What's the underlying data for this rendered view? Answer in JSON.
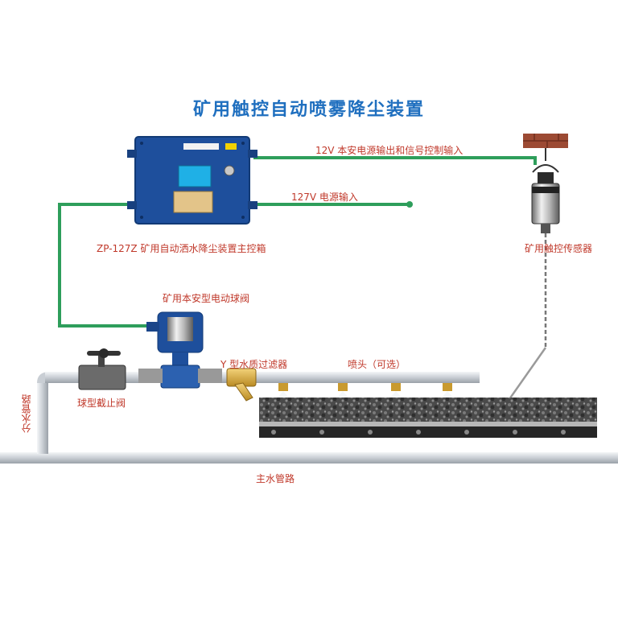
{
  "title": "矿用触控自动喷雾降尘装置",
  "labels": {
    "signal_line": "12V 本安电源输出和信号控制输入",
    "power_line": "127V 电源输入",
    "control_box": "ZP-127Z 矿用自动洒水降尘装置主控箱",
    "touch_sensor": "矿用触控传感器",
    "motor_valve": "矿用本安型电动球阀",
    "y_filter": "Y 型水质过滤器",
    "nozzle": "喷头（可选）",
    "ball_valve": "球型截止阀",
    "branch_pipe": "分水管路",
    "main_pipe": "主水管路"
  },
  "colors": {
    "cable": "#2e9e5b",
    "box_blue": "#1e4f9c",
    "pipe": "#d7dbe0",
    "label_red": "#c0392b",
    "title_blue": "#1f6fbf"
  }
}
